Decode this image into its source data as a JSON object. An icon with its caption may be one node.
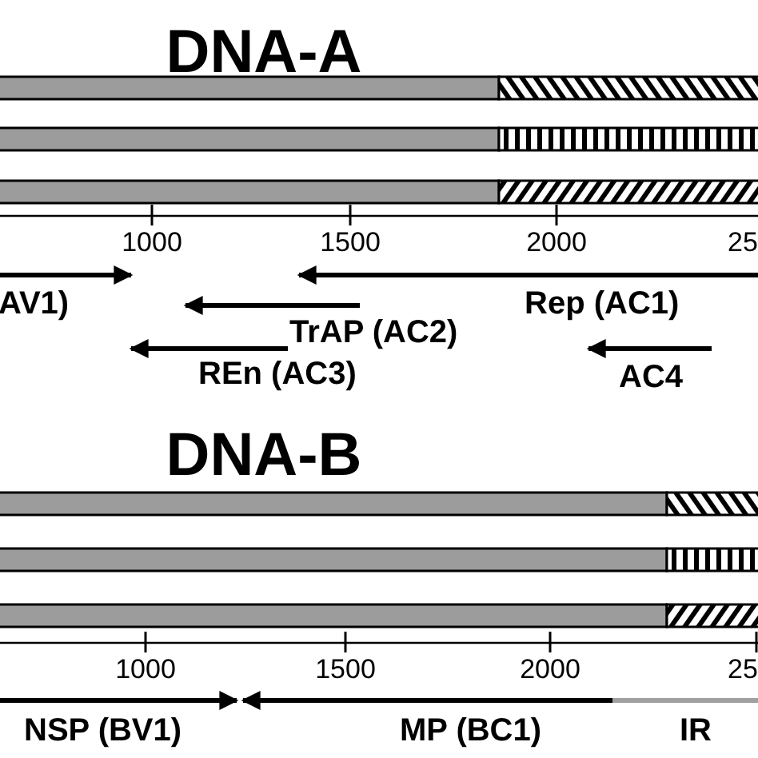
{
  "diagram": {
    "labels": [
      "DNA-A",
      "1000",
      "1500",
      "2000",
      "25",
      "AV1)",
      "Rep (AC1)",
      "TrAP (AC2)",
      "REn (AC3)",
      "AC4",
      "DNA-B",
      "1000",
      "1500",
      "2000",
      "25",
      "NSP (BV1)",
      "MP (BC1)",
      "IR"
    ]
  }
}
